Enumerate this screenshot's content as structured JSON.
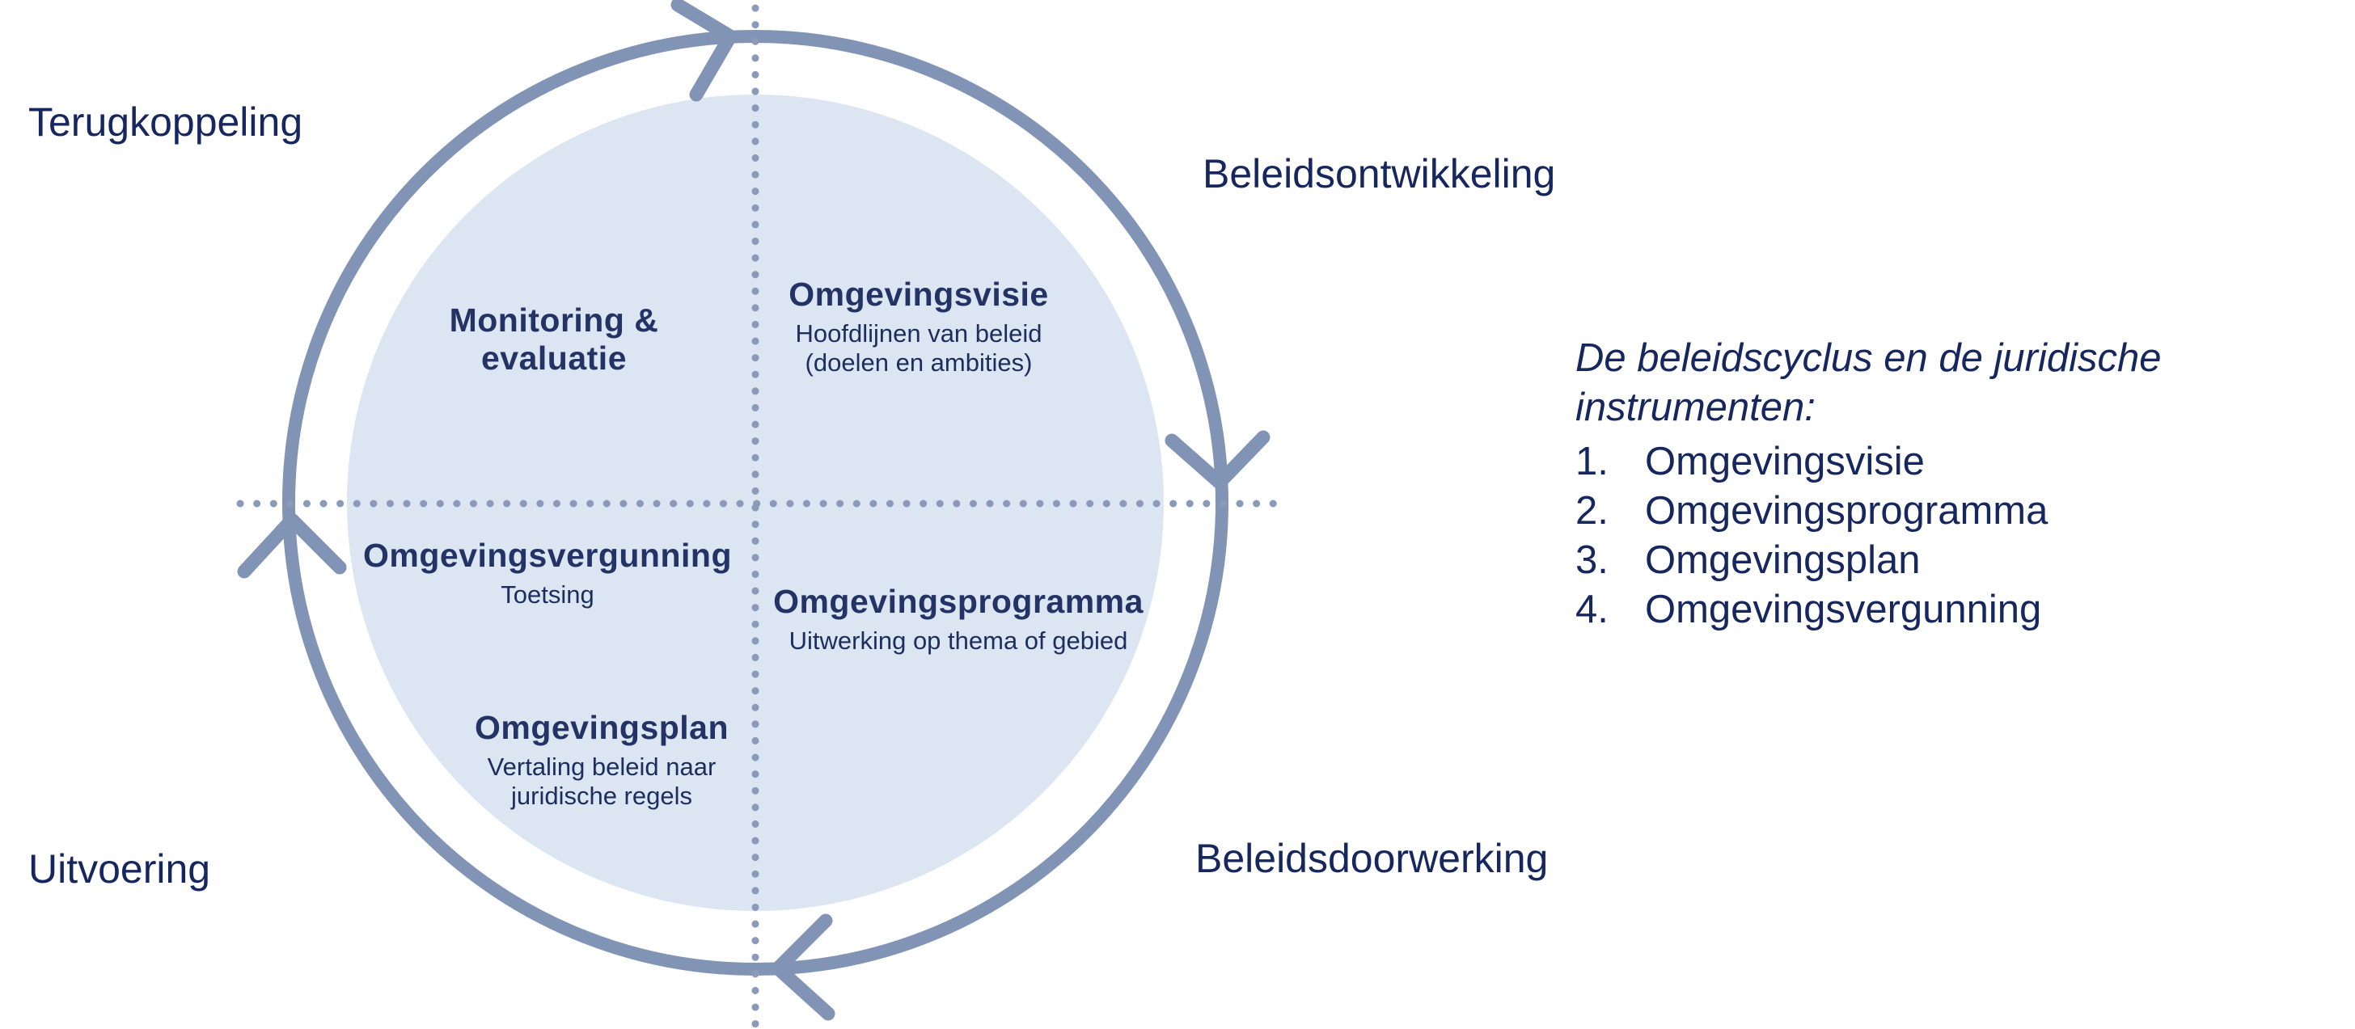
{
  "colors": {
    "ring": "#8194b6",
    "arrow": "#8194b6",
    "dotted_axis": "#8b9ab8",
    "inner_disc": "#dce6f3",
    "label_text": "#16265e",
    "segment_title_text": "#243365",
    "segment_subtitle_text": "#1d2d5e",
    "background": "#ffffff"
  },
  "outer_labels": {
    "top_left": "Terugkoppeling",
    "top_right": "Beleidsontwikkeling",
    "bottom_left": "Uitvoering",
    "bottom_right": "Beleidsdoorwerking"
  },
  "segments": {
    "monitoring": {
      "title": "Monitoring &\nevaluatie",
      "subtitle": ""
    },
    "omgevingsvisie": {
      "title": "Omgevingsvisie",
      "subtitle": "Hoofdlijnen van beleid\n(doelen en ambities)"
    },
    "omgevingsvergunning": {
      "title": "Omgevingsvergunning",
      "subtitle": "Toetsing"
    },
    "omgevingsprogramma": {
      "title": "Omgevingsprogramma",
      "subtitle": "Uitwerking op thema of gebied"
    },
    "omgevingsplan": {
      "title": "Omgevingsplan",
      "subtitle": "Vertaling beleid naar\njuridische regels"
    }
  },
  "side_panel": {
    "title": "De beleidscyclus en de juridische\ninstrumenten:",
    "items": [
      {
        "number": "1.",
        "label": "Omgevingsvisie"
      },
      {
        "number": "2.",
        "label": "Omgevingsprogramma"
      },
      {
        "number": "3.",
        "label": "Omgevingsplan"
      },
      {
        "number": "4.",
        "label": "Omgevingsvergunning"
      }
    ]
  }
}
